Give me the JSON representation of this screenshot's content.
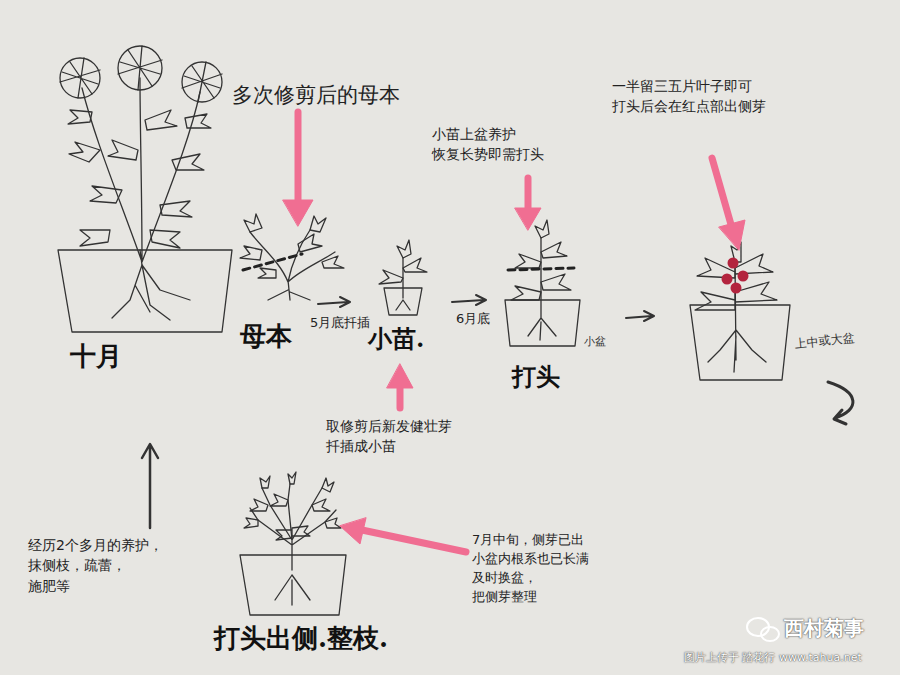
{
  "diagram": {
    "labels": [
      "多次修剪后的母本",
      "小苗上盆养护 恢复长势即需打头",
      "一半留三五片叶子即可 打头后会在红点部出侧芽",
      "十月",
      "母本",
      "5月底扦插",
      "小苗.",
      "6月底",
      "打头",
      "小盆",
      "上中或大盆",
      "取修剪后新发健壮芽 扦插成小苗",
      "经历2个多月的养护， 抹侧枝，疏蕾，施肥等",
      "7月中旬，侧芽已出 小盆内根系也已长满 及时换盆，把侧芽整理",
      "打头出侧.整枝.",
      "西村菊事",
      "图片上传于 踏花行 www.tahua.net"
    ]
  }
}
